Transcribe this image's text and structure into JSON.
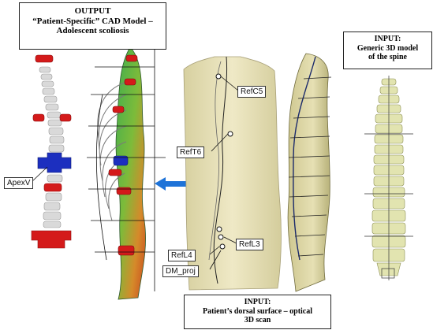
{
  "output_box": {
    "title": "OUTPUT",
    "line2": "“Patient-Specific” CAD Model –",
    "line3": "Adolescent scoliosis"
  },
  "input_spine_box": {
    "title": "INPUT:",
    "line2": "Generic 3D model",
    "line3": "of the spine"
  },
  "input_scan_box": {
    "title": "INPUT:",
    "line2": "Patient’s dorsal surface – optical",
    "line3": "3D scan"
  },
  "labels": {
    "apex": "ApexV",
    "refc5": "RefC5",
    "reft6": "RefT6",
    "refl3": "RefL3",
    "refl4": "RefL4",
    "dm_proj": "DM_proj"
  },
  "colors": {
    "vertebra_highlight": "#d41a1a",
    "apex_vertebra": "#1c2fbf",
    "vertebra_normal": "#d9d9d9",
    "skin_surface": "#e6e0b4",
    "generic_spine": "#e2e4b0",
    "arrow": "#1e73d8",
    "line_marks": "#111111"
  },
  "arrow": {
    "direction": "left"
  }
}
